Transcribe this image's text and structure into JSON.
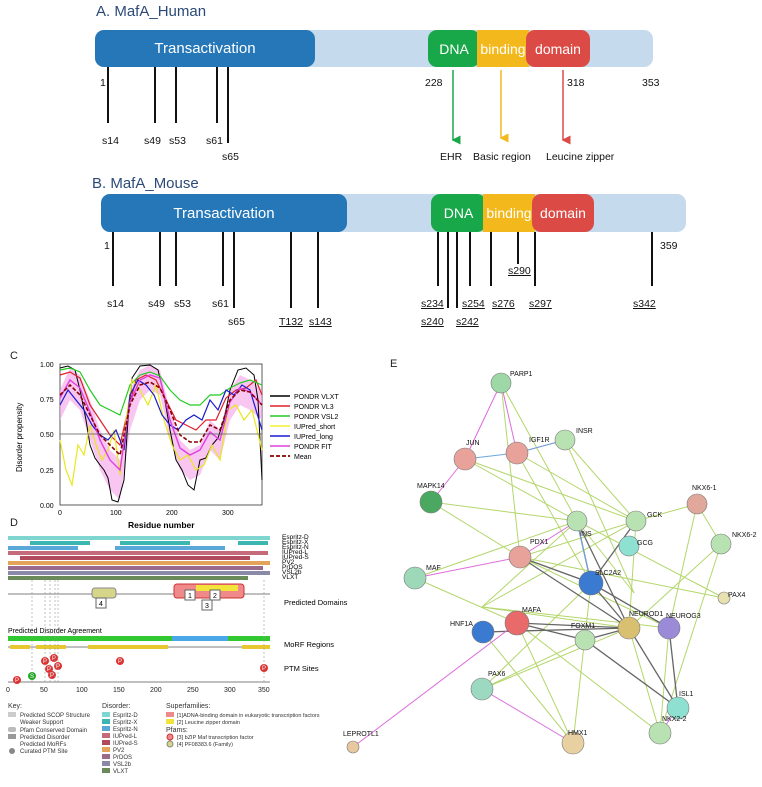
{
  "panelA": {
    "title": "A. MafA_Human",
    "segments": [
      "Transactivation",
      "DNA",
      "binding",
      "domain"
    ],
    "positions": [
      "1",
      "228",
      "318",
      "353"
    ],
    "sites": [
      "s14",
      "s49",
      "s53",
      "s61",
      "s65"
    ],
    "features": [
      "EHR",
      "Basic region",
      "Leucine zipper"
    ]
  },
  "panelB": {
    "title": "B. MafA_Mouse",
    "segments": [
      "Transactivation",
      "DNA",
      "binding",
      "domain"
    ],
    "positions": [
      "1",
      "359"
    ],
    "sites": [
      "s14",
      "s49",
      "s53",
      "s61",
      "s65",
      "T132",
      "s143",
      "s234",
      "s240",
      "s242",
      "s254",
      "s276",
      "s290",
      "s297",
      "s342"
    ]
  },
  "panelC": {
    "label": "C",
    "xlabel": "Residue number",
    "ylabel": "Disorder propensity",
    "yticks": [
      "0.00",
      "0.25",
      "0.50",
      "0.75",
      "1.00"
    ],
    "xticks": [
      "0",
      "100",
      "200",
      "300"
    ],
    "legend": [
      "PONDR VLXT",
      "PONDR VL3",
      "PONDR VSL2",
      "IUPred_short",
      "IUPred_long",
      "PONDR FIT",
      "Mean"
    ],
    "colors": [
      "#000000",
      "#e0202a",
      "#22cc22",
      "#f2f230",
      "#1a1ad0",
      "#e040e0",
      "#8b0000"
    ]
  },
  "panelD": {
    "label": "D",
    "predictors": [
      "Espritz-D",
      "Espritz-X",
      "Espritz-N",
      "IUPred-L",
      "IUPred-S",
      "PV2",
      "PrDOS",
      "VSL2b",
      "VLXT"
    ],
    "rows": [
      "Predicted Domains",
      "MoRF Regions",
      "PTM Sites"
    ],
    "agreement_label": "Predicted Disorder Agreement",
    "domain_numbers": [
      "4",
      "1",
      "2",
      "3"
    ],
    "ptm_marker": "P",
    "ptm_marker_alt": "S",
    "xticks": [
      "0",
      "50",
      "100",
      "150",
      "200",
      "250",
      "300",
      "350"
    ],
    "key": {
      "title": "Key:",
      "items": [
        "Predicted SCOP Structure",
        "Weaker Support",
        "Pfam Conserved Domain",
        "Predicted Disorder",
        "Predicted MoRFs",
        "Curated PTM Site"
      ],
      "disorder_title": "Disorder:",
      "superfamilies_title": "Superfamilies:",
      "superfamilies": [
        "[1]ADNA-binding domain in eukaryotic transcription factors",
        "[2] Leucine zipper domain"
      ],
      "pfams_title": "Pfams:",
      "pfams": [
        "[3] bZIP Maf transcription factor",
        "[4] PF08383.6 (Family)"
      ]
    }
  },
  "panelE": {
    "label": "E",
    "nodes": [
      "PARP1",
      "JUN",
      "IGF1R",
      "INSR",
      "MAPK14",
      "NKX6-1",
      "NKX6-2",
      "GCK",
      "INS",
      "GCG",
      "PDX1",
      "MAF",
      "MAFA",
      "SLC2A2",
      "PAX4",
      "NEUROD1",
      "NEUROG3",
      "FOXM1",
      "HNF1A",
      "PAX6",
      "ISL1",
      "HMX1",
      "NKX2-2",
      "LEPROTL1"
    ]
  }
}
